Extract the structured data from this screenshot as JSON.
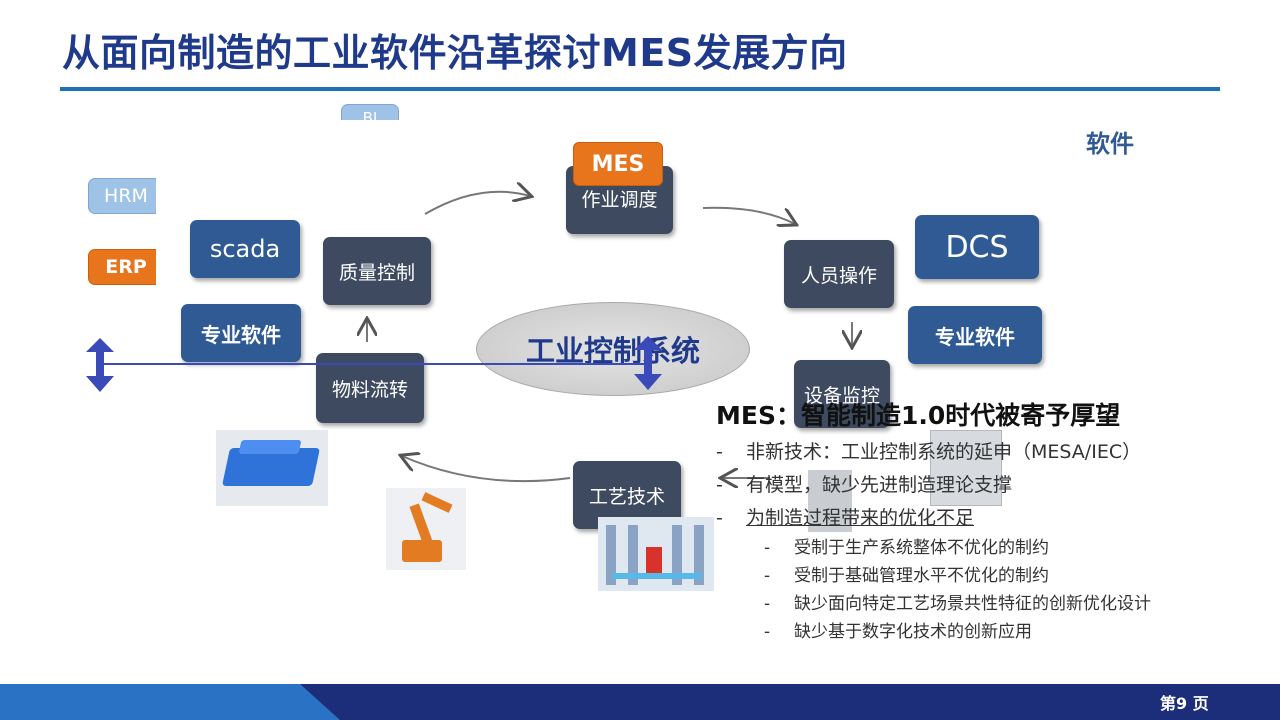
{
  "slide": {
    "title": "从面向制造的工业软件沿革探讨MES发展方向",
    "page_label": "第9 页"
  },
  "diagram": {
    "center": "工业控制系统",
    "left_boxes": {
      "bi": "BI",
      "hrm": "HRM",
      "erp": "ERP",
      "scada": "scada",
      "pro_soft_left": "专业软件"
    },
    "right_boxes": {
      "dcs": "DCS",
      "pro_soft_right": "专业软件"
    },
    "right_label": "软件",
    "cycle": {
      "mes_badge": "MES",
      "dispatch": "作业调度",
      "personnel": "人员操作",
      "equipment": "设备监控",
      "process": "工艺技术",
      "material": "物料流转",
      "quality": "质量控制"
    }
  },
  "mes_panel": {
    "heading": "MES：智能制造1.0时代被寄予厚望",
    "points": [
      "非新技术：工业控制系统的延申（MESA/IEC）",
      "有模型，缺少先进制造理论支撑",
      "为制造过程带来的优化不足"
    ],
    "sub_points": [
      "受制于生产系统整体不优化的制约",
      "受制于基础管理水平不优化的制约",
      "缺少面向特定工艺场景共性特征的创新优化设计",
      "缺少基于数字化技术的创新应用"
    ],
    "dash": "-"
  },
  "colors": {
    "title": "#1f3a8a",
    "rule": "#1f6fb8",
    "footer": "#1c2d79",
    "footer_accent": "#2a73c4",
    "orange": "#e8751c"
  }
}
